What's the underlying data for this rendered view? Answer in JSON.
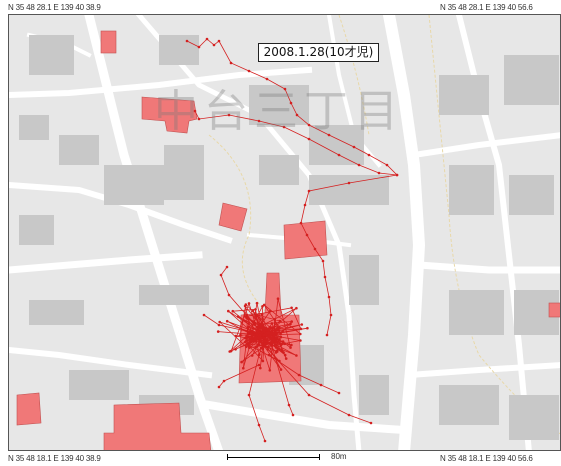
{
  "coords": {
    "top_left": "N 35 48 28.1  E 139 40 38.9",
    "top_right": "N 35 48 28.1  E 139 40 56.6",
    "bottom_left": "N 35 48 18.1  E 139 40 38.9",
    "bottom_right": "N 35 48 18.1  E 139 40 56.6"
  },
  "date_label": "2008.1.28(10才児)",
  "watermark": "中台三丁目",
  "scale_label": "80m",
  "colors": {
    "track": "#d42020",
    "highlight_building": "#f07878",
    "building": "#c8c8c8",
    "block": "#dcdcdc",
    "road": "#ffffff",
    "contour": "#e8d8a8"
  }
}
